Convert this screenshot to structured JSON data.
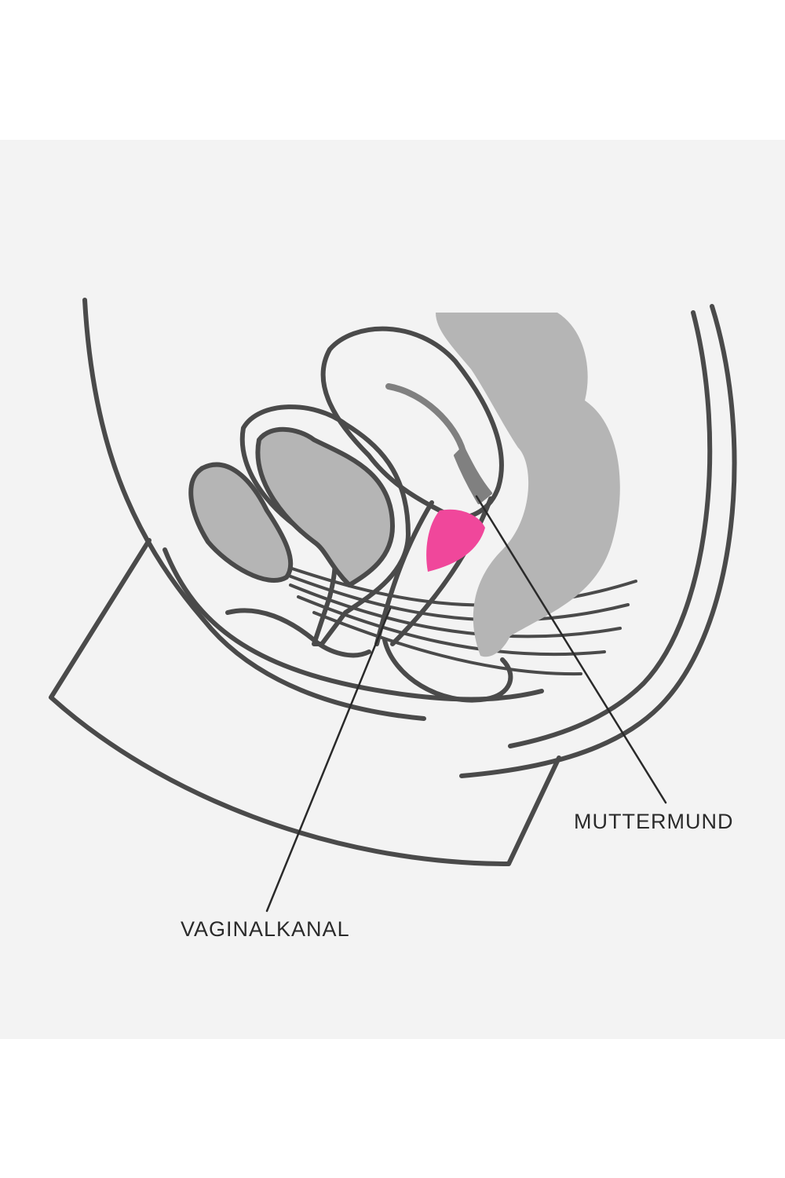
{
  "labels": {
    "muttermund": "MUTTERMUND",
    "vaginalkanal": "VAGINALKANAL"
  },
  "colors": {
    "outline": "#4a4a4a",
    "organ_fill": "#b5b5b5",
    "cup_fill": "#f0479b",
    "background": "#f3f3f3"
  },
  "icons": {
    "cup": "menstrual-cup-shape"
  }
}
